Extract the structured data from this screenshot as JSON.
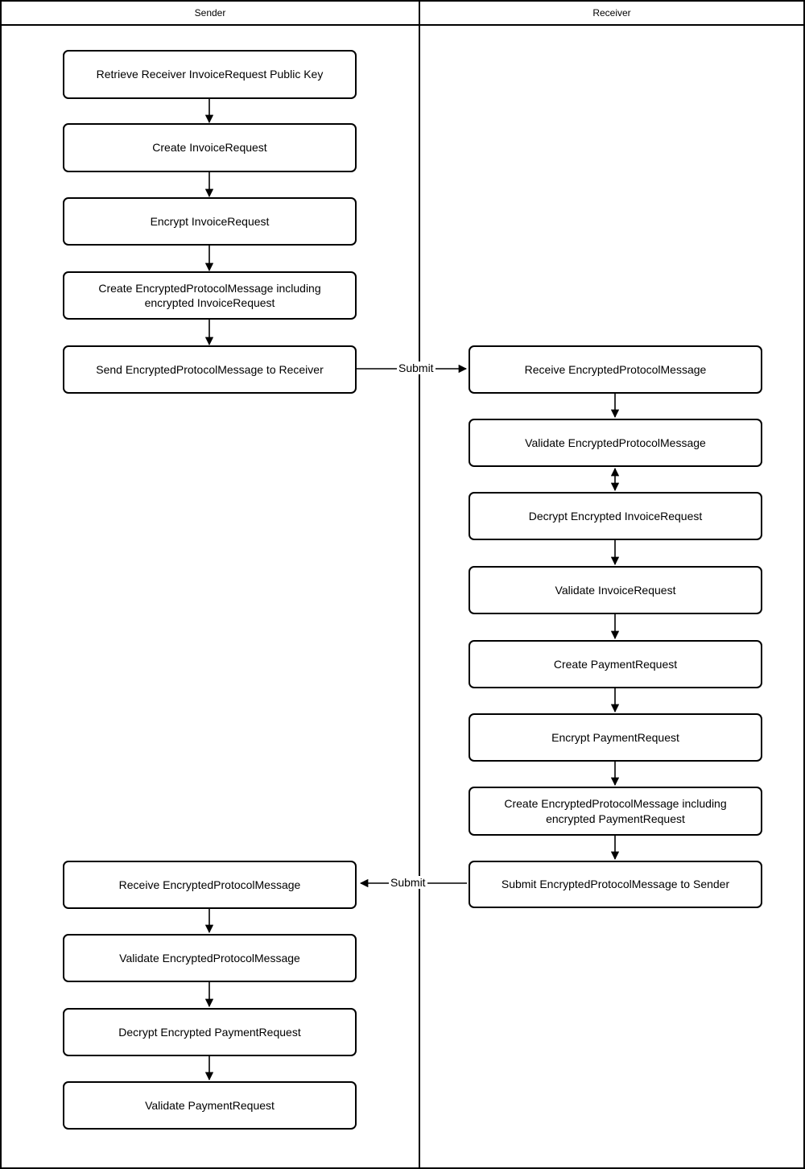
{
  "header": {
    "sender_label": "Sender",
    "receiver_label": "Receiver"
  },
  "sender": {
    "steps": [
      "Retrieve Receiver InvoiceRequest Public Key",
      "Create InvoiceRequest",
      "Encrypt InvoiceRequest",
      "Create EncryptedProtocolMessage including encrypted InvoiceRequest",
      "Send EncryptedProtocolMessage to Receiver",
      "Receive EncryptedProtocolMessage",
      "Validate EncryptedProtocolMessage",
      "Decrypt Encrypted PaymentRequest",
      "Validate PaymentRequest"
    ]
  },
  "receiver": {
    "steps": [
      "Receive EncryptedProtocolMessage",
      "Validate EncryptedProtocolMessage",
      "Decrypt Encrypted InvoiceRequest",
      "Validate InvoiceRequest",
      "Create PaymentRequest",
      "Encrypt PaymentRequest",
      "Create EncryptedProtocolMessage including encrypted PaymentRequest",
      "Submit EncryptedProtocolMessage to Sender"
    ]
  },
  "arrows": {
    "submit_to_receiver_label": "Submit",
    "submit_to_sender_label": "Submit"
  },
  "colors": {
    "line": "#000000",
    "box_fill": "#ffffff",
    "background": "#ffffff"
  }
}
